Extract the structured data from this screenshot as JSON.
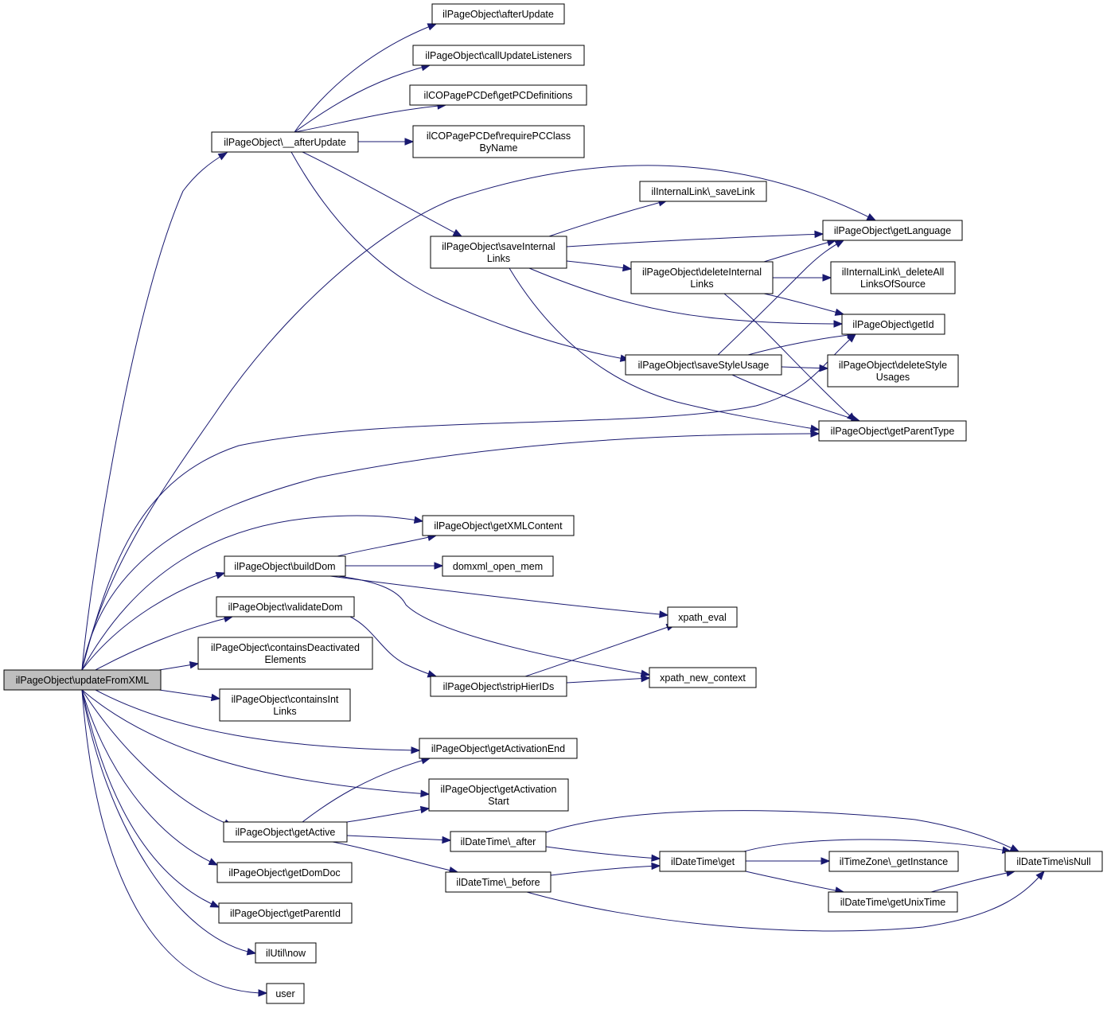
{
  "graph": {
    "root": "updateFromXML",
    "colors": {
      "edge": "#191970",
      "node_border": "#000000",
      "root_fill": "#bfbfbf",
      "node_fill": "#ffffff"
    },
    "nodes": [
      {
        "id": "updateFromXML",
        "lines": [
          "ilPageObject\\updateFromXML"
        ]
      },
      {
        "id": "__afterUpdate",
        "lines": [
          "ilPageObject\\__afterUpdate"
        ]
      },
      {
        "id": "afterUpdate",
        "lines": [
          "ilPageObject\\afterUpdate"
        ]
      },
      {
        "id": "callUpdateListeners",
        "lines": [
          "ilPageObject\\callUpdateListeners"
        ]
      },
      {
        "id": "getPCDefinitions",
        "lines": [
          "ilCOPagePCDef\\getPCDefinitions"
        ]
      },
      {
        "id": "requirePCClassByName",
        "lines": [
          "ilCOPagePCDef\\requirePCClass",
          "ByName"
        ]
      },
      {
        "id": "saveLink",
        "lines": [
          "ilInternalLink\\_saveLink"
        ]
      },
      {
        "id": "saveInternalLinks",
        "lines": [
          "ilPageObject\\saveInternal",
          "Links"
        ]
      },
      {
        "id": "getLanguage",
        "lines": [
          "ilPageObject\\getLanguage"
        ]
      },
      {
        "id": "deleteInternalLinks",
        "lines": [
          "ilPageObject\\deleteInternal",
          "Links"
        ]
      },
      {
        "id": "deleteAllLinksOfSource",
        "lines": [
          "ilInternalLink\\_deleteAll",
          "LinksOfSource"
        ]
      },
      {
        "id": "getId",
        "lines": [
          "ilPageObject\\getId"
        ]
      },
      {
        "id": "saveStyleUsage",
        "lines": [
          "ilPageObject\\saveStyleUsage"
        ]
      },
      {
        "id": "deleteStyleUsages",
        "lines": [
          "ilPageObject\\deleteStyle",
          "Usages"
        ]
      },
      {
        "id": "getParentType",
        "lines": [
          "ilPageObject\\getParentType"
        ]
      },
      {
        "id": "getXMLContent",
        "lines": [
          "ilPageObject\\getXMLContent"
        ]
      },
      {
        "id": "buildDom",
        "lines": [
          "ilPageObject\\buildDom"
        ]
      },
      {
        "id": "domxml_open_mem",
        "lines": [
          "domxml_open_mem"
        ]
      },
      {
        "id": "validateDom",
        "lines": [
          "ilPageObject\\validateDom"
        ]
      },
      {
        "id": "xpath_eval",
        "lines": [
          "xpath_eval"
        ]
      },
      {
        "id": "containsDeactivatedElements",
        "lines": [
          "ilPageObject\\containsDeactivated",
          "Elements"
        ]
      },
      {
        "id": "stripHierIDs",
        "lines": [
          "ilPageObject\\stripHierIDs"
        ]
      },
      {
        "id": "xpath_new_context",
        "lines": [
          "xpath_new_context"
        ]
      },
      {
        "id": "containsIntLinks",
        "lines": [
          "ilPageObject\\containsInt",
          "Links"
        ]
      },
      {
        "id": "getActivationEnd",
        "lines": [
          "ilPageObject\\getActivationEnd"
        ]
      },
      {
        "id": "getActivationStart",
        "lines": [
          "ilPageObject\\getActivation",
          "Start"
        ]
      },
      {
        "id": "getActive",
        "lines": [
          "ilPageObject\\getActive"
        ]
      },
      {
        "id": "dt_after",
        "lines": [
          "ilDateTime\\_after"
        ]
      },
      {
        "id": "dt_get",
        "lines": [
          "ilDateTime\\get"
        ]
      },
      {
        "id": "tz_getInstance",
        "lines": [
          "ilTimeZone\\_getInstance"
        ]
      },
      {
        "id": "dt_isNull",
        "lines": [
          "ilDateTime\\isNull"
        ]
      },
      {
        "id": "dt_before",
        "lines": [
          "ilDateTime\\_before"
        ]
      },
      {
        "id": "dt_getUnixTime",
        "lines": [
          "ilDateTime\\getUnixTime"
        ]
      },
      {
        "id": "getDomDoc",
        "lines": [
          "ilPageObject\\getDomDoc"
        ]
      },
      {
        "id": "getParentId",
        "lines": [
          "ilPageObject\\getParentId"
        ]
      },
      {
        "id": "util_now",
        "lines": [
          "ilUtil\\now"
        ]
      },
      {
        "id": "user",
        "lines": [
          "user"
        ]
      }
    ],
    "edges": [
      {
        "from": "updateFromXML",
        "to": "__afterUpdate"
      },
      {
        "from": "updateFromXML",
        "to": "getLanguage"
      },
      {
        "from": "updateFromXML",
        "to": "getId"
      },
      {
        "from": "updateFromXML",
        "to": "getParentType"
      },
      {
        "from": "updateFromXML",
        "to": "getXMLContent"
      },
      {
        "from": "updateFromXML",
        "to": "buildDom"
      },
      {
        "from": "updateFromXML",
        "to": "validateDom"
      },
      {
        "from": "updateFromXML",
        "to": "containsDeactivatedElements"
      },
      {
        "from": "updateFromXML",
        "to": "containsIntLinks"
      },
      {
        "from": "updateFromXML",
        "to": "getActivationEnd"
      },
      {
        "from": "updateFromXML",
        "to": "getActivationStart"
      },
      {
        "from": "updateFromXML",
        "to": "getActive"
      },
      {
        "from": "updateFromXML",
        "to": "getDomDoc"
      },
      {
        "from": "updateFromXML",
        "to": "getParentId"
      },
      {
        "from": "updateFromXML",
        "to": "util_now"
      },
      {
        "from": "updateFromXML",
        "to": "user"
      },
      {
        "from": "__afterUpdate",
        "to": "afterUpdate"
      },
      {
        "from": "__afterUpdate",
        "to": "callUpdateListeners"
      },
      {
        "from": "__afterUpdate",
        "to": "getPCDefinitions"
      },
      {
        "from": "__afterUpdate",
        "to": "requirePCClassByName"
      },
      {
        "from": "__afterUpdate",
        "to": "saveInternalLinks"
      },
      {
        "from": "__afterUpdate",
        "to": "saveStyleUsage"
      },
      {
        "from": "saveInternalLinks",
        "to": "saveLink"
      },
      {
        "from": "saveInternalLinks",
        "to": "getLanguage"
      },
      {
        "from": "saveInternalLinks",
        "to": "deleteInternalLinks"
      },
      {
        "from": "saveInternalLinks",
        "to": "getId"
      },
      {
        "from": "saveInternalLinks",
        "to": "getParentType"
      },
      {
        "from": "deleteInternalLinks",
        "to": "getLanguage"
      },
      {
        "from": "deleteInternalLinks",
        "to": "deleteAllLinksOfSource"
      },
      {
        "from": "deleteInternalLinks",
        "to": "getId"
      },
      {
        "from": "deleteInternalLinks",
        "to": "getParentType"
      },
      {
        "from": "saveStyleUsage",
        "to": "getLanguage"
      },
      {
        "from": "saveStyleUsage",
        "to": "getId"
      },
      {
        "from": "saveStyleUsage",
        "to": "deleteStyleUsages"
      },
      {
        "from": "saveStyleUsage",
        "to": "getParentType"
      },
      {
        "from": "buildDom",
        "to": "getXMLContent"
      },
      {
        "from": "buildDom",
        "to": "domxml_open_mem"
      },
      {
        "from": "buildDom",
        "to": "xpath_eval"
      },
      {
        "from": "buildDom",
        "to": "xpath_new_context"
      },
      {
        "from": "validateDom",
        "to": "stripHierIDs"
      },
      {
        "from": "stripHierIDs",
        "to": "xpath_eval"
      },
      {
        "from": "stripHierIDs",
        "to": "xpath_new_context"
      },
      {
        "from": "getActive",
        "to": "getActivationEnd"
      },
      {
        "from": "getActive",
        "to": "getActivationStart"
      },
      {
        "from": "getActive",
        "to": "dt_after"
      },
      {
        "from": "getActive",
        "to": "dt_before"
      },
      {
        "from": "dt_after",
        "to": "dt_isNull"
      },
      {
        "from": "dt_after",
        "to": "dt_get"
      },
      {
        "from": "dt_before",
        "to": "dt_get"
      },
      {
        "from": "dt_before",
        "to": "dt_isNull"
      },
      {
        "from": "dt_get",
        "to": "dt_isNull"
      },
      {
        "from": "dt_get",
        "to": "tz_getInstance"
      },
      {
        "from": "dt_get",
        "to": "dt_getUnixTime"
      },
      {
        "from": "dt_getUnixTime",
        "to": "dt_isNull"
      }
    ]
  }
}
